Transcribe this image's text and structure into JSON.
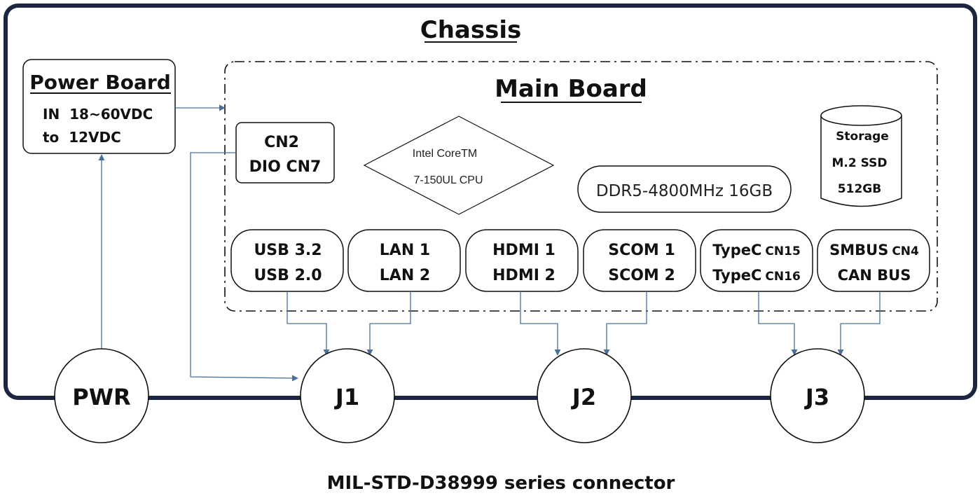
{
  "chassis": {
    "title": "Chassis"
  },
  "power_board": {
    "title": "Power Board",
    "line1": "IN  18~60VDC",
    "line2": "to  12VDC"
  },
  "main_board": {
    "title": "Main Board"
  },
  "cn_box": {
    "line1": "CN2",
    "line2": "DIO CN7"
  },
  "cpu": {
    "line1": "Intel CoreTM",
    "line2": "7-150UL CPU"
  },
  "memory": {
    "label": "DDR5-4800MHz 16GB"
  },
  "storage": {
    "line1": "Storage",
    "line2": "M.2 SSD",
    "line3": "512GB"
  },
  "ports": [
    {
      "line1": "USB 3.2",
      "line2": "USB 2.0"
    },
    {
      "line1": "LAN 1",
      "line2": "LAN 2"
    },
    {
      "line1": "HDMI 1",
      "line2": "HDMI 2"
    },
    {
      "line1": "SCOM 1",
      "line2": "SCOM 2"
    },
    {
      "line1": "TypeC",
      "line1_small": "CN15",
      "line2": "TypeC",
      "line2_small": "CN16"
    },
    {
      "line1": "SMBUS",
      "line1_small": "CN4",
      "line2": "CAN BUS"
    }
  ],
  "connectors": {
    "pwr": "PWR",
    "j1": "J1",
    "j2": "J2",
    "j3": "J3"
  },
  "caption": "MIL-STD-D38999 series connector",
  "colors": {
    "chassis_border": "#1b2640",
    "wire": "#4a6f99",
    "text": "#111111"
  }
}
